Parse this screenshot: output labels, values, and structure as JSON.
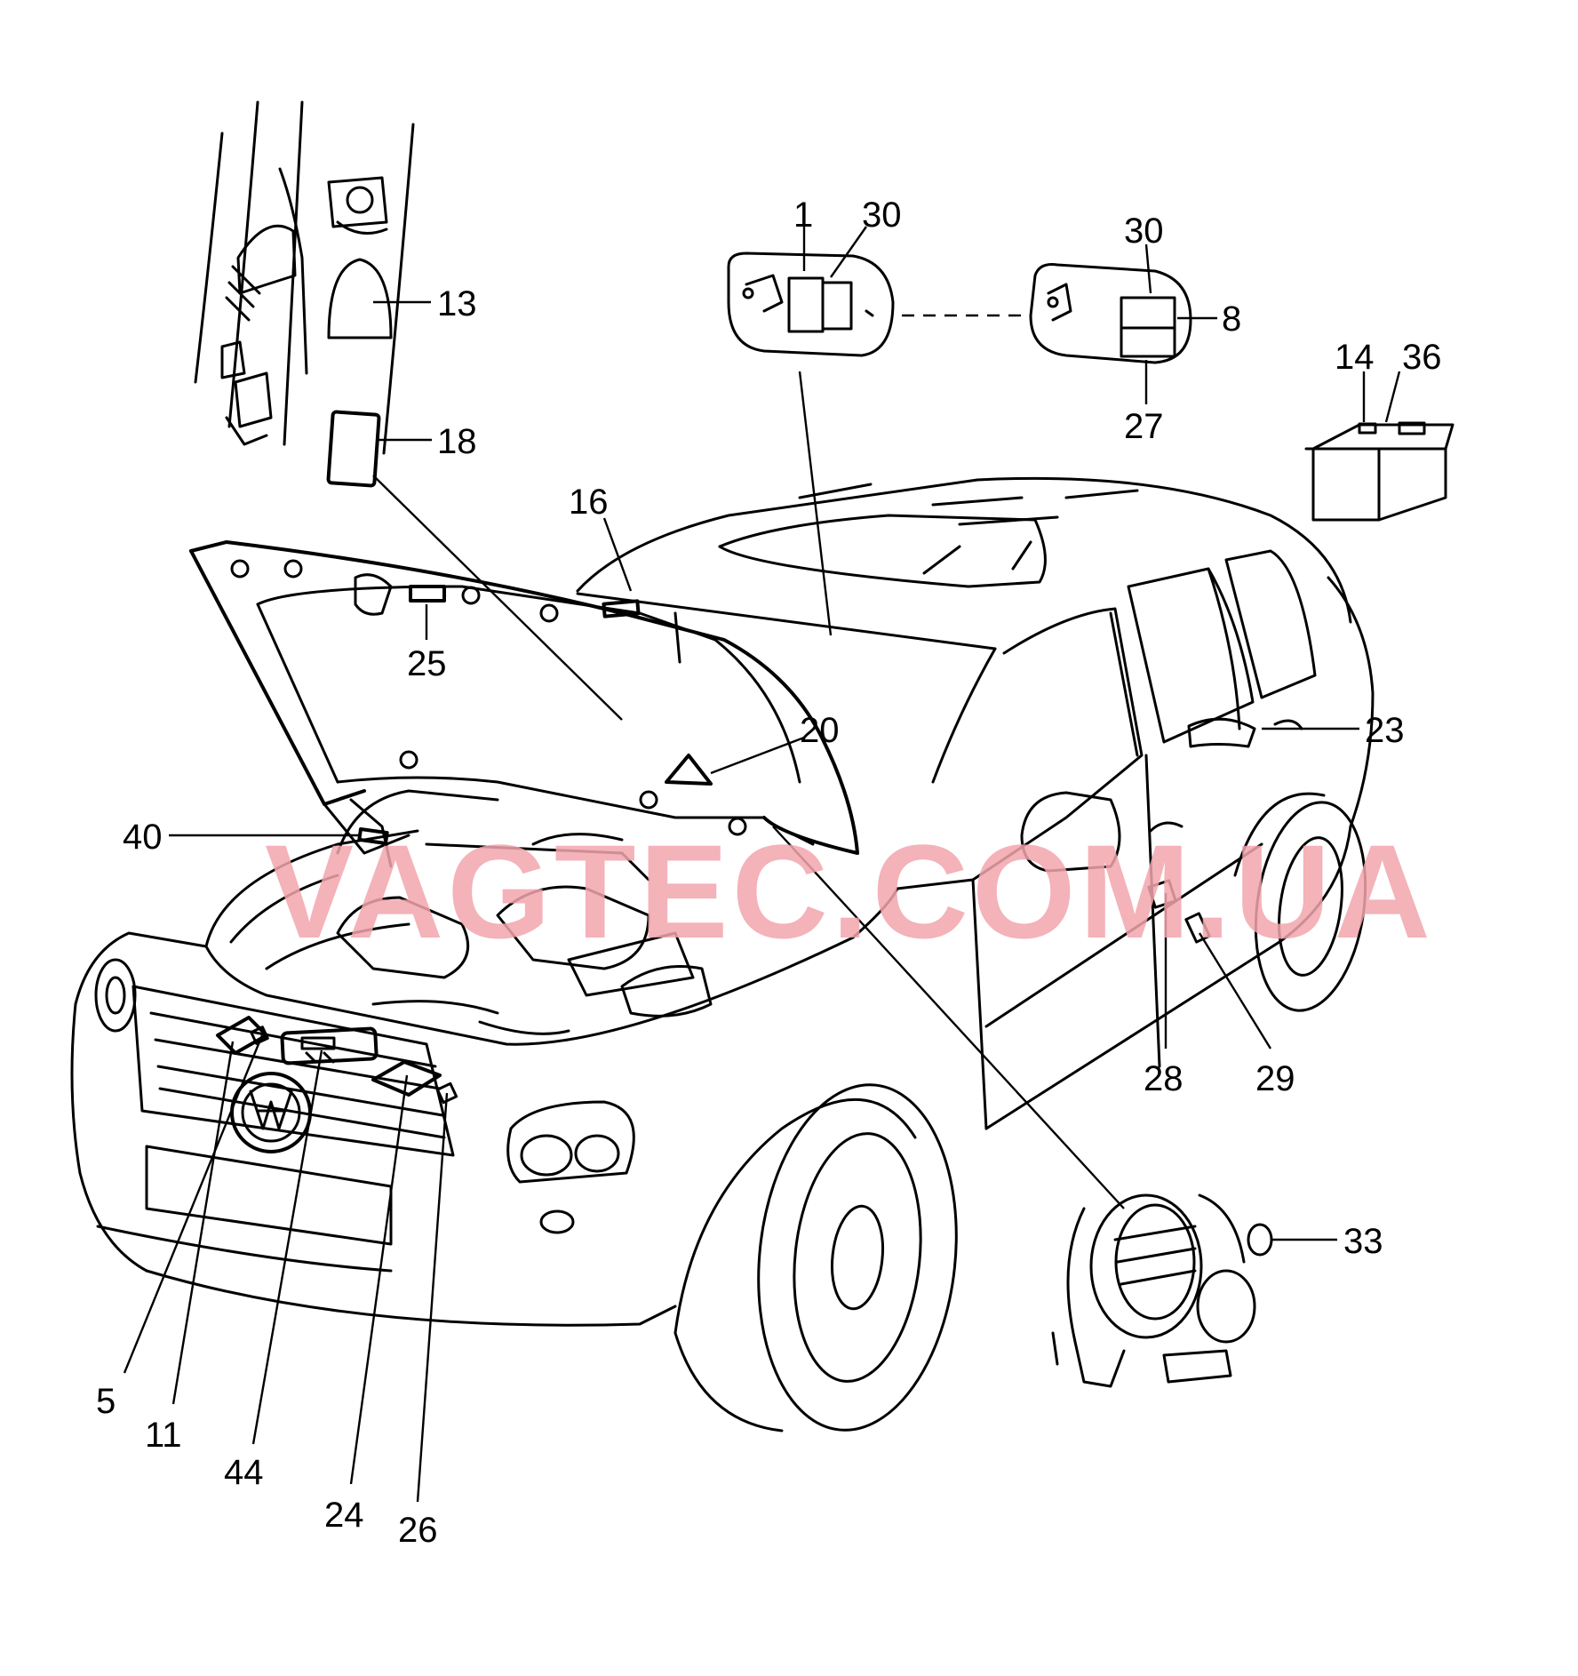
{
  "watermark": "VAGTEC.COM.UA",
  "callouts": {
    "c1": "1",
    "c5": "5",
    "c8": "8",
    "c11": "11",
    "c13": "13",
    "c14": "14",
    "c16": "16",
    "c18": "18",
    "c20": "20",
    "c23": "23",
    "c24": "24",
    "c25": "25",
    "c26": "26",
    "c27": "27",
    "c28": "28",
    "c29": "29",
    "c30a": "30",
    "c30b": "30",
    "c33": "33",
    "c36": "36",
    "c40": "40",
    "c44": "44"
  }
}
